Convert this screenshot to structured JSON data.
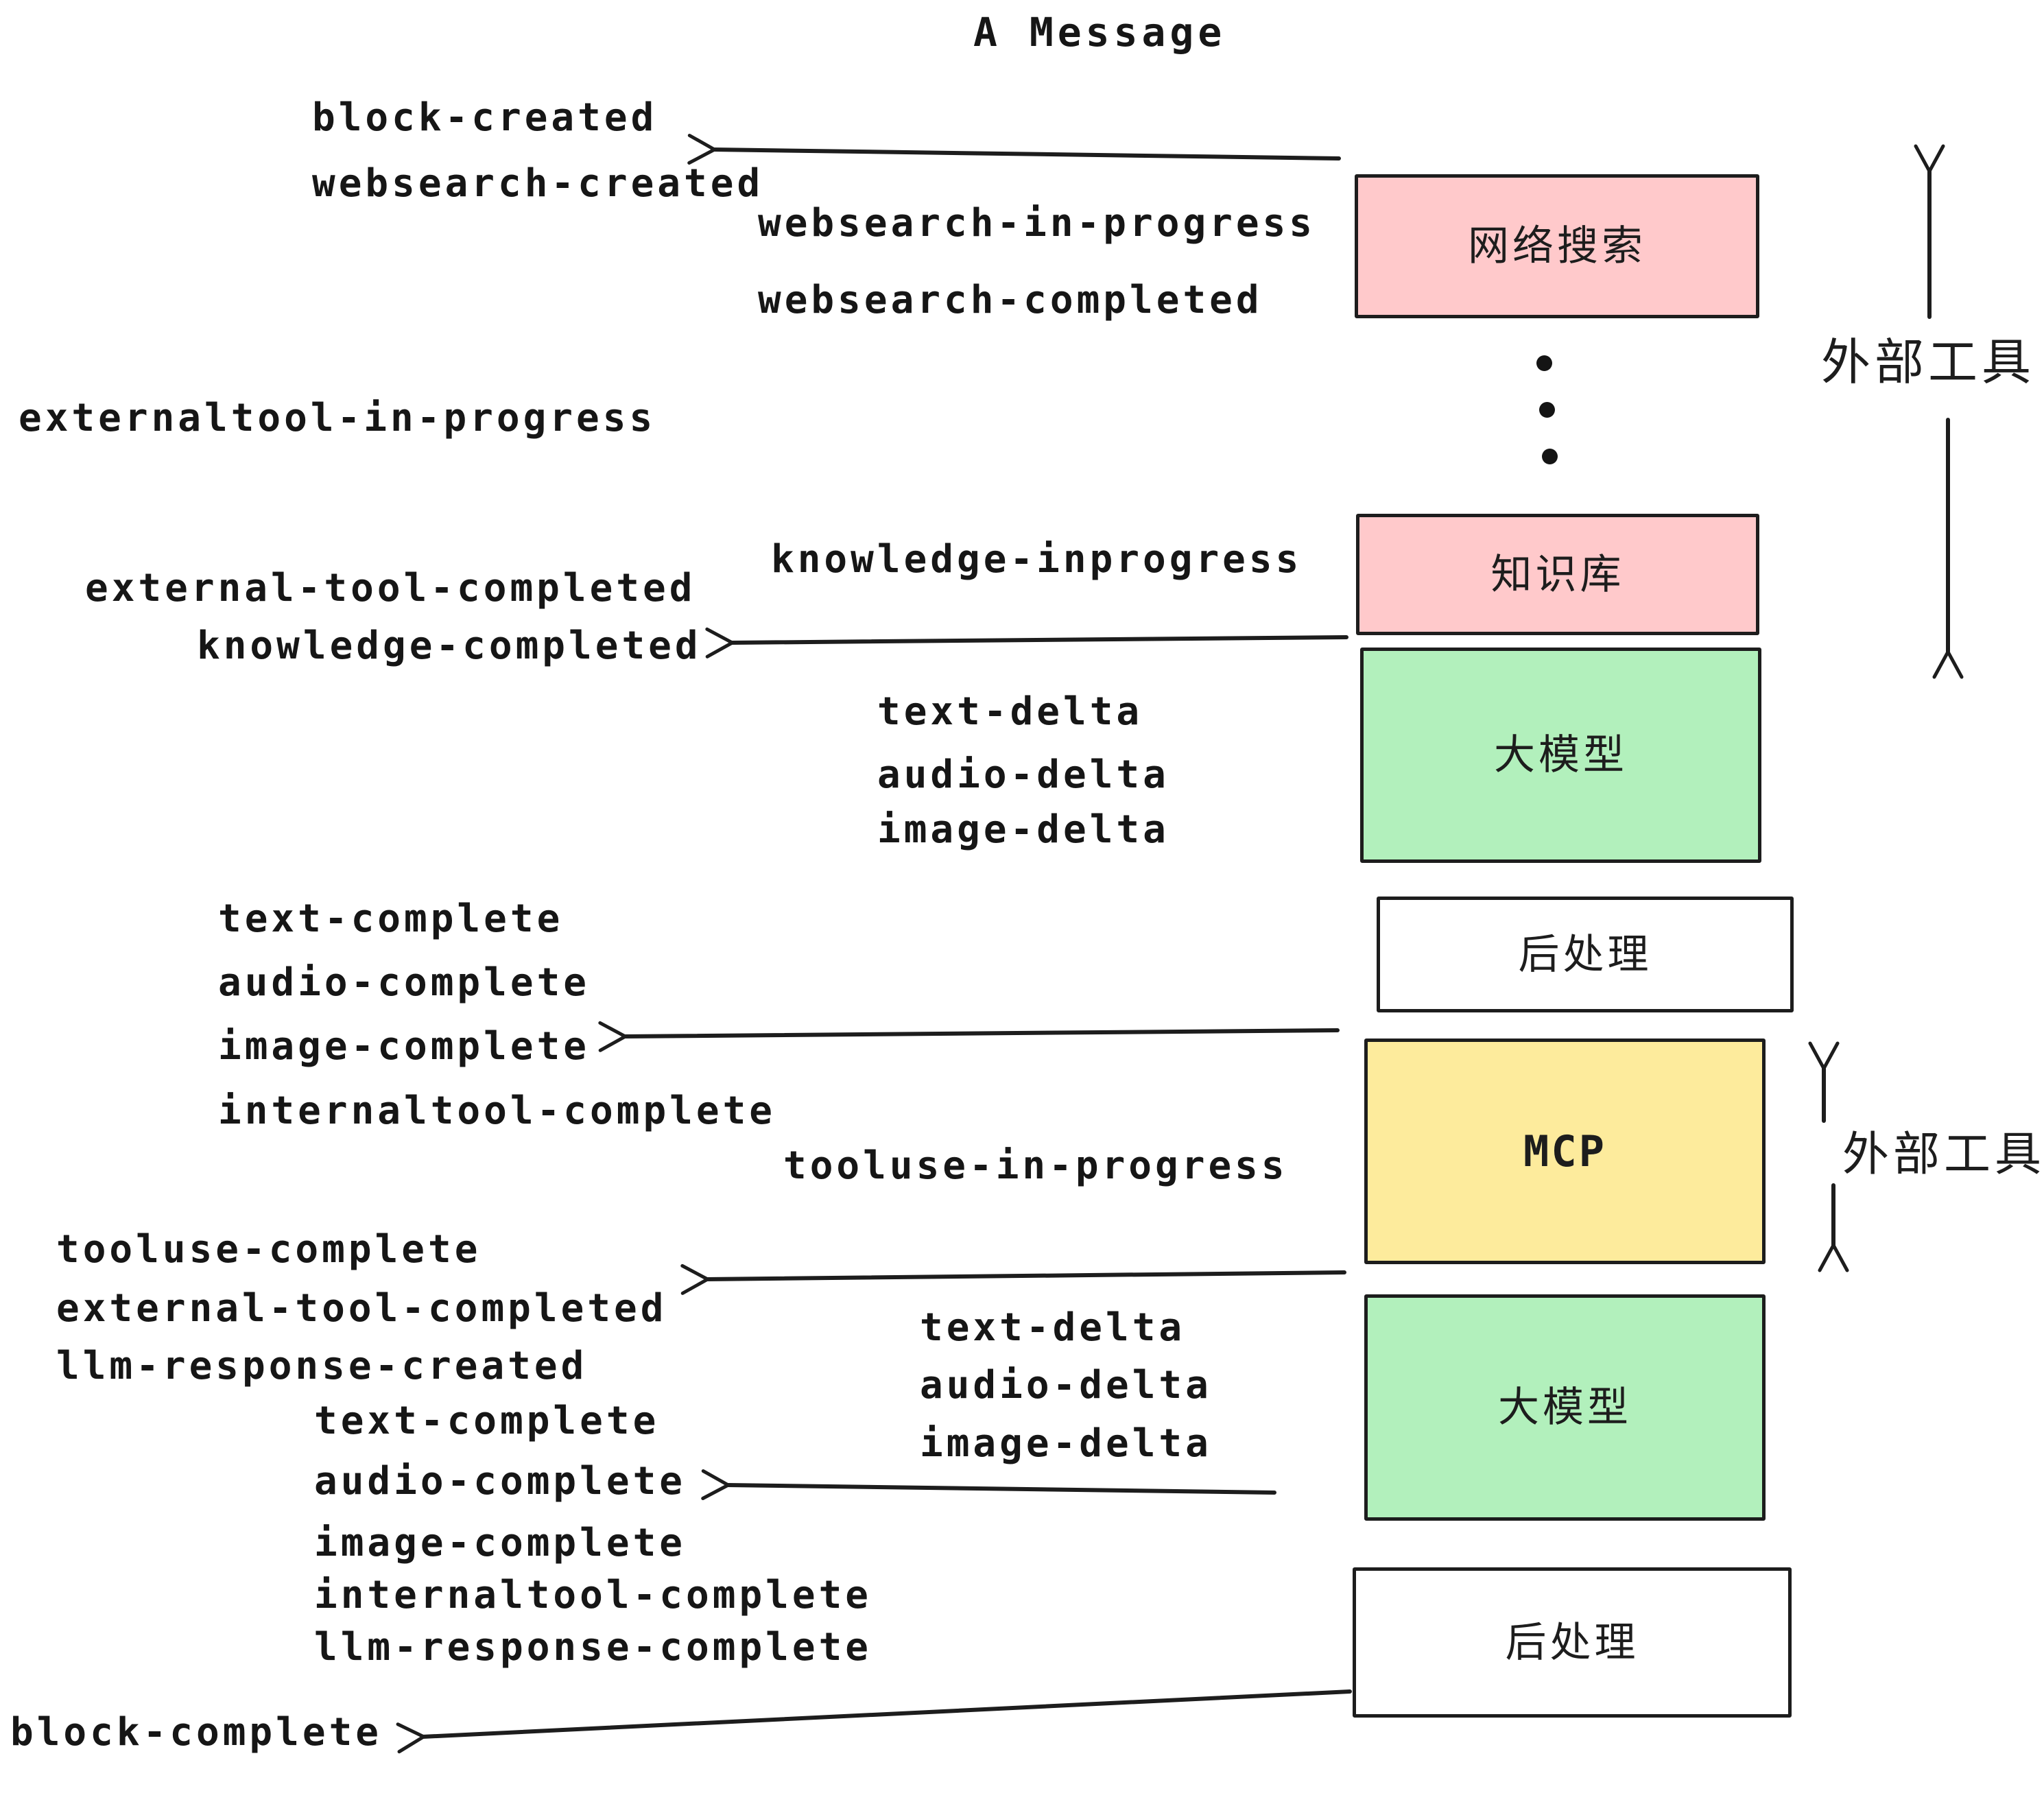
{
  "title": "A Message",
  "colors": {
    "pink": "#ffc9cb",
    "green": "#b2f0bc",
    "yellow": "#fdeb9c",
    "white": "#ffffff",
    "ink": "#1d1d1d"
  },
  "boxes": [
    {
      "id": "websearch",
      "label": "网络搜索",
      "color": "#ffc9cb"
    },
    {
      "id": "knowledge",
      "label": "知识库",
      "color": "#ffc9cb"
    },
    {
      "id": "llm-1",
      "label": "大模型",
      "color": "#b2f0bc"
    },
    {
      "id": "postprocess-1",
      "label": "后处理",
      "color": "#ffffff"
    },
    {
      "id": "mcp",
      "label": "MCP",
      "color": "#fdeb9c"
    },
    {
      "id": "llm-2",
      "label": "大模型",
      "color": "#b2f0bc"
    },
    {
      "id": "postprocess-2",
      "label": "后处理",
      "color": "#ffffff"
    }
  ],
  "side_labels": [
    "外部工具",
    "外部工具"
  ],
  "events": [
    "block-created",
    "websearch-created",
    "websearch-in-progress",
    "websearch-completed",
    "externaltool-in-progress",
    "knowledge-inprogress",
    "external-tool-completed",
    "knowledge-completed",
    "text-delta",
    "audio-delta",
    "image-delta",
    "text-complete",
    "audio-complete",
    "image-complete",
    "internaltool-complete",
    "tooluse-in-progress",
    "tooluse-complete",
    "external-tool-completed",
    "llm-response-created",
    "text-complete",
    "audio-complete",
    "image-complete",
    "internaltool-complete",
    "llm-response-complete",
    "text-delta",
    "audio-delta",
    "image-delta",
    "block-complete"
  ]
}
